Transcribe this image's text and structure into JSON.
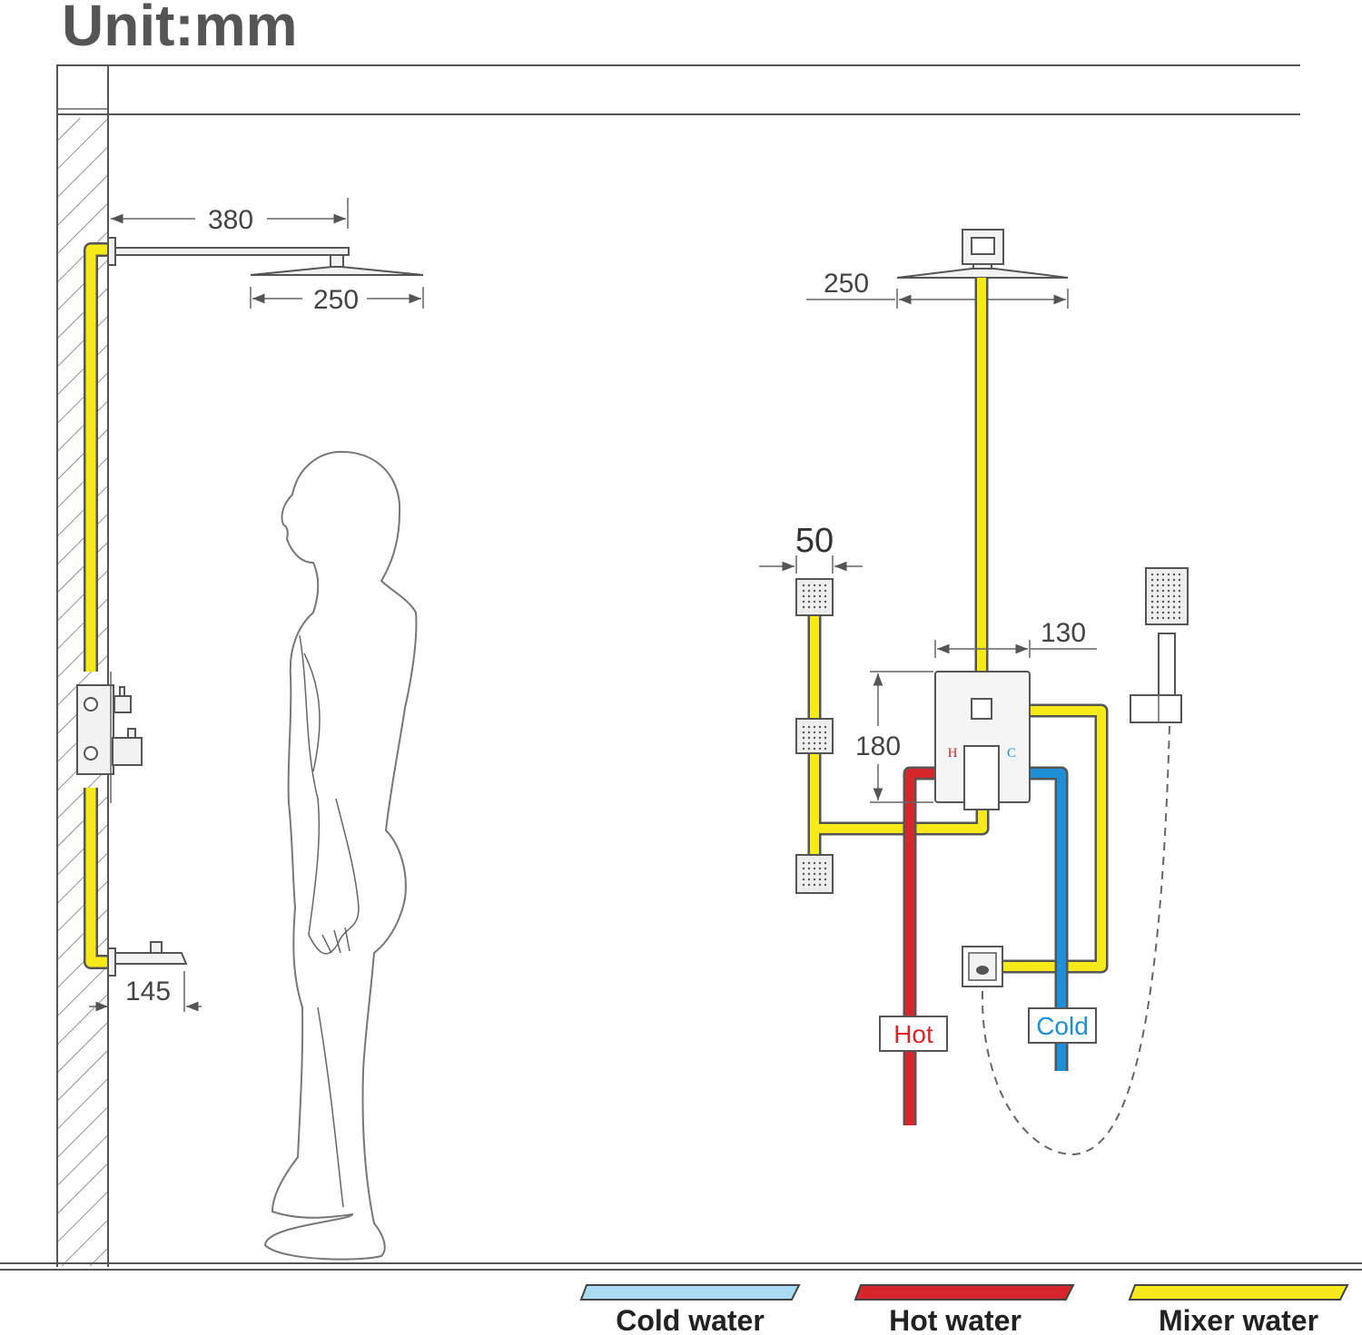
{
  "title": "Unit:mm",
  "dimensions": {
    "arm_length": "380",
    "head_width_side": "250",
    "spout_depth": "145",
    "head_width_front": "250",
    "body_jet": "50",
    "valve_width": "130",
    "valve_height": "180"
  },
  "valve_labels": {
    "hot": "H",
    "cold": "C"
  },
  "pipe_labels": {
    "hot": "Hot",
    "cold": "Cold"
  },
  "legend": [
    {
      "label": "Cold water",
      "color": "#a9dcf2"
    },
    {
      "label": "Hot water",
      "color": "#d7262b"
    },
    {
      "label": "Mixer water",
      "color": "#f7ea1a"
    }
  ],
  "colors": {
    "mixer": "#f7ea1a",
    "hot": "#d7262b",
    "cold": "#1e8fd6",
    "cold_legend": "#a9dcf2",
    "hot_label": "#d7262b",
    "cold_label": "#1e8fd6"
  }
}
